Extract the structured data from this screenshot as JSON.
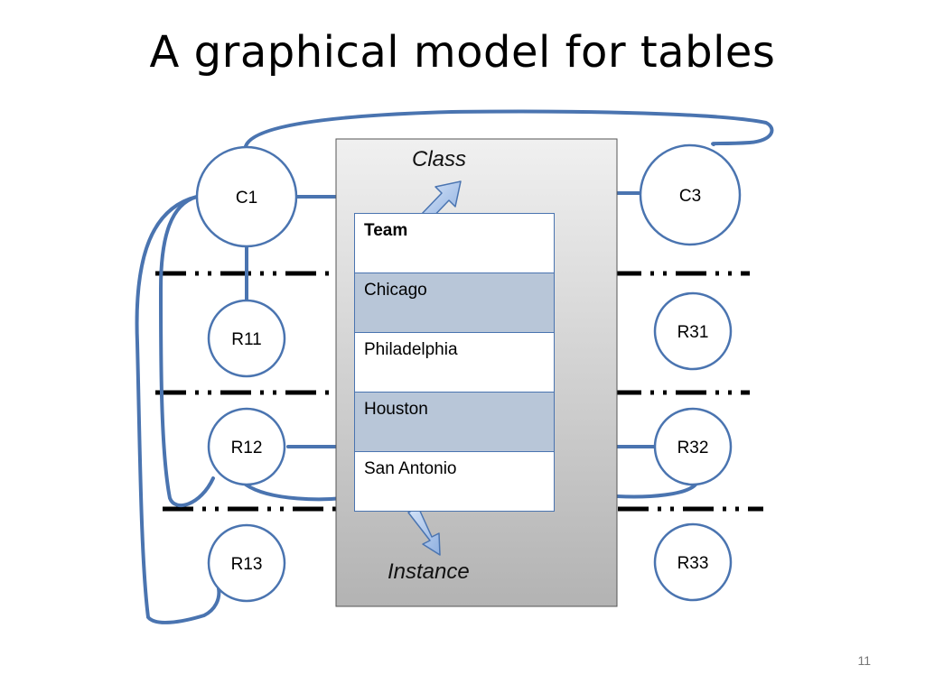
{
  "slide": {
    "title": "A graphical model for tables",
    "page_number": "11"
  },
  "nodes": {
    "c1": "C1",
    "c3": "C3",
    "r11": "R11",
    "r12": "R12",
    "r13": "R13",
    "r31": "R31",
    "r32": "R32",
    "r33": "R33"
  },
  "overlay": {
    "class_label": "Class",
    "instance_label": "Instance"
  },
  "table": {
    "header": "Team",
    "rows": [
      "Chicago",
      "Philadelphia",
      "Houston",
      "San Antonio"
    ]
  },
  "colors": {
    "edge": "#4a74b0",
    "node_border": "#4a74b0",
    "highlight_row": "#b8c6d8",
    "arrow_fill": "#a9c4ec"
  }
}
